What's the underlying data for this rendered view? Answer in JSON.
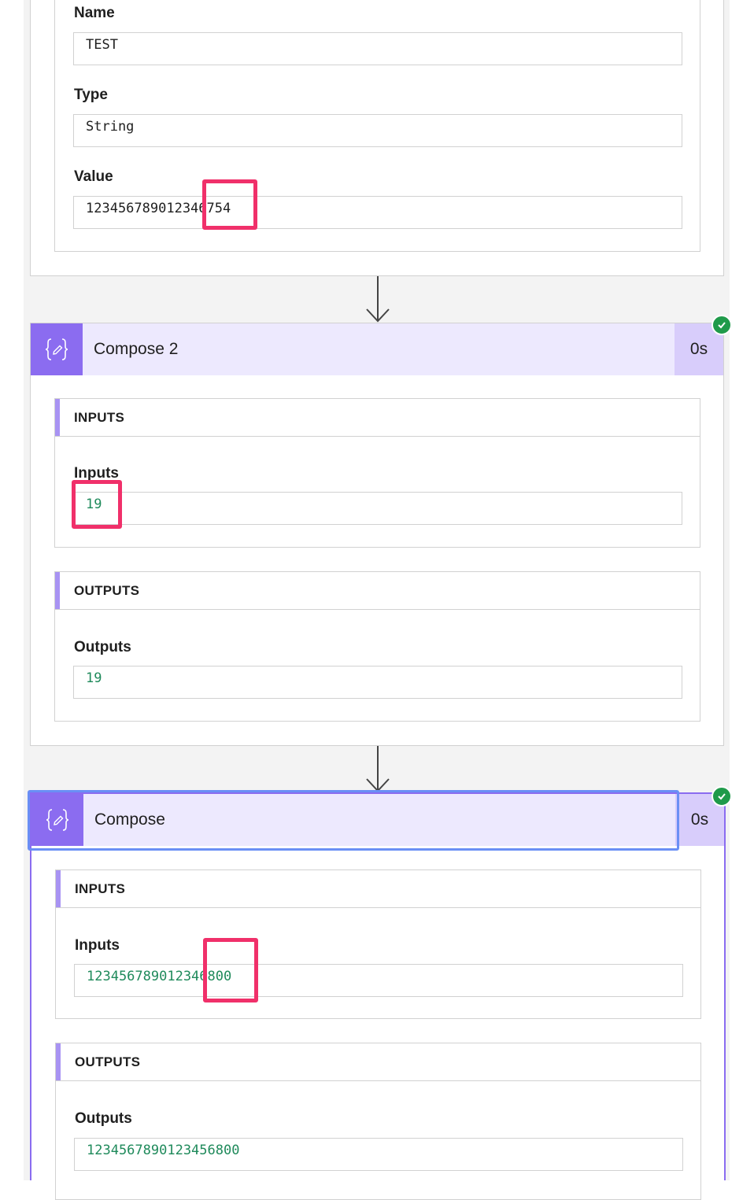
{
  "variable_card": {
    "fields": [
      {
        "label": "Name",
        "value": "TEST"
      },
      {
        "label": "Type",
        "value": "String"
      },
      {
        "label": "Value",
        "value_prefix": "12345678901234",
        "value_highlight": "6754"
      }
    ]
  },
  "compose2": {
    "title": "Compose 2",
    "duration": "0s",
    "inputs_header": "INPUTS",
    "inputs_label": "Inputs",
    "inputs_value": "19",
    "outputs_header": "OUTPUTS",
    "outputs_label": "Outputs",
    "outputs_value": "19"
  },
  "compose": {
    "title": "Compose",
    "duration": "0s",
    "inputs_header": "INPUTS",
    "inputs_label": "Inputs",
    "inputs_value_prefix": "12345678901234",
    "inputs_value_highlight": "6800",
    "outputs_header": "OUTPUTS",
    "outputs_label": "Outputs",
    "outputs_value": "1234567890123456800"
  },
  "colors": {
    "accent": "#8b6cf0",
    "header_bg": "#ede9fe",
    "success": "#1f9a4a",
    "highlight": "#f0306a",
    "value_green": "#1f8a5b"
  },
  "icons": {
    "action": "compose-braces-icon",
    "status": "check-circle-icon",
    "flow": "arrow-down-icon"
  }
}
